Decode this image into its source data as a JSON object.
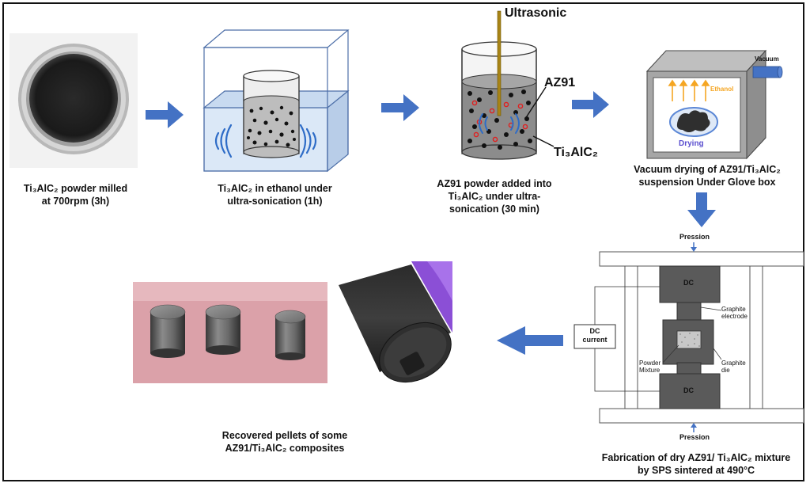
{
  "steps": {
    "milling": {
      "formula": "Ti₃AlC₂",
      "line1": "powder milled",
      "line2": "at 700rpm (3h)"
    },
    "ethanol": {
      "formula": "Ti₃AlC₂",
      "line1": "in ethanol under",
      "line2": "ultra-sonication  (1h)"
    },
    "mixing": {
      "line1": "AZ91 powder added into",
      "formula": "Ti₃AlC₂",
      "line2": "under ultra-",
      "line3": "sonication (30 min)"
    },
    "drying": {
      "line1": "Vacuum drying of AZ91/Ti₃AlC₂",
      "line2": "suspension Under Glove box"
    },
    "sps": {
      "line1": "Fabrication of dry AZ91/ Ti₃AlC₂ mixture",
      "line2": "by SPS sintered at 490°C"
    },
    "pellets": {
      "line1": "Recovered pellets of some",
      "line2": "AZ91/Ti₃AlC₂ composites"
    }
  },
  "labels": {
    "ultrasonic": "Ultrasonic",
    "az91": "AZ91",
    "ti3alc2": "Ti₃AlC₂",
    "vacuum": "Vacuum",
    "ethanol": "Ethanol",
    "drying": "Drying",
    "pression_top": "Pression",
    "pression_bottom": "Pression",
    "dc_top": "DC",
    "dc_bottom": "DC",
    "dc_current_1": "DC",
    "dc_current_2": "current",
    "graphite_electrode_1": "Graphite",
    "graphite_electrode_2": "electrode",
    "graphite_die_1": "Graphite",
    "graphite_die_2": "die",
    "powder_mixture_1": "Powder",
    "powder_mixture_2": "Mixture"
  },
  "colors": {
    "arrow_blue": "#4472c4",
    "water_blue": "#dbe8f7",
    "dark_gray": "#555555",
    "pellet_bg": "#dba1a9",
    "ethanol_orange": "#f5a623",
    "drying_purple": "#5b4fcf"
  }
}
